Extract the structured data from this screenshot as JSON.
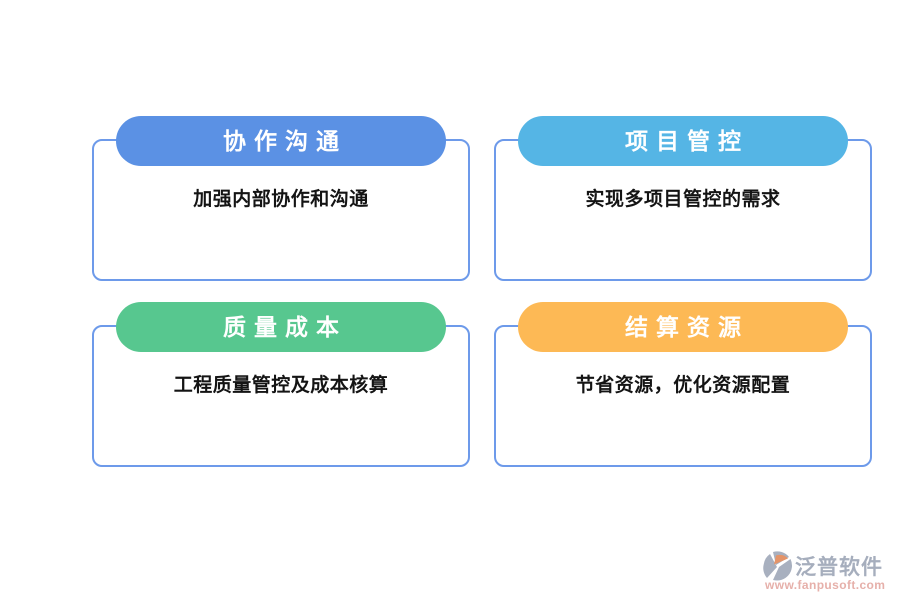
{
  "page": {
    "background": "#ffffff",
    "box_border_color": "#6d9aea"
  },
  "cards": [
    {
      "title": "协作沟通",
      "body": "加强内部协作和沟通",
      "pill_color": "#5b91e4"
    },
    {
      "title": "项目管控",
      "body": "实现多项目管控的需求",
      "pill_color": "#55b5e5"
    },
    {
      "title": "质量成本",
      "body": "工程质量管控及成本核算",
      "pill_color": "#57c78f"
    },
    {
      "title": "结算资源",
      "body": "节省资源，优化资源配置",
      "pill_color": "#fdb955"
    }
  ],
  "watermark": {
    "brand": "泛普软件",
    "url": "www.fanpusoft.com",
    "brand_color": "#97a0b2",
    "url_color": "#e2a39c",
    "icon": "fanpu-logo-icon",
    "icon_gray": "#9aa3b5",
    "icon_orange": "#e0824f"
  }
}
